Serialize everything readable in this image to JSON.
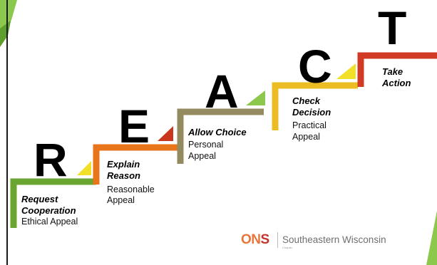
{
  "steps": [
    {
      "letter": "R",
      "title_line1": "Request",
      "title_line2": "Cooperation",
      "subtitle_line1": "Ethical Appeal",
      "subtitle_line2": "",
      "color": "#6aa532",
      "triangle": "#f2e028"
    },
    {
      "letter": "E",
      "title_line1": "Explain",
      "title_line2": "Reason",
      "subtitle_line1": "Reasonable",
      "subtitle_line2": "Appeal",
      "color": "#e9751b",
      "triangle": "#c9361e"
    },
    {
      "letter": "A",
      "title_line1": "Allow Choice",
      "title_line2": "",
      "subtitle_line1": "Personal",
      "subtitle_line2": "Appeal",
      "color": "#938b5f",
      "triangle": "#8cc84b"
    },
    {
      "letter": "C",
      "title_line1": "Check",
      "title_line2": "Decision",
      "subtitle_line1": "Practical",
      "subtitle_line2": "Appeal",
      "color": "#ebbc24",
      "triangle": "#f2e028"
    },
    {
      "letter": "T",
      "title_line1": "Take",
      "title_line2": "Action",
      "subtitle_line1": "",
      "subtitle_line2": "",
      "color": "#d13a24",
      "triangle": ""
    }
  ],
  "logo": {
    "ons_part1": "ON",
    "ons_part2": "S",
    "name": "Southeastern Wisconsin",
    "chapter": "Chapter"
  },
  "colors": {
    "accent_green": "#8cc84b",
    "accent_dark_green": "#5e9e2c",
    "ons_orange": "#e8763a",
    "ons_red": "#c4332b"
  }
}
